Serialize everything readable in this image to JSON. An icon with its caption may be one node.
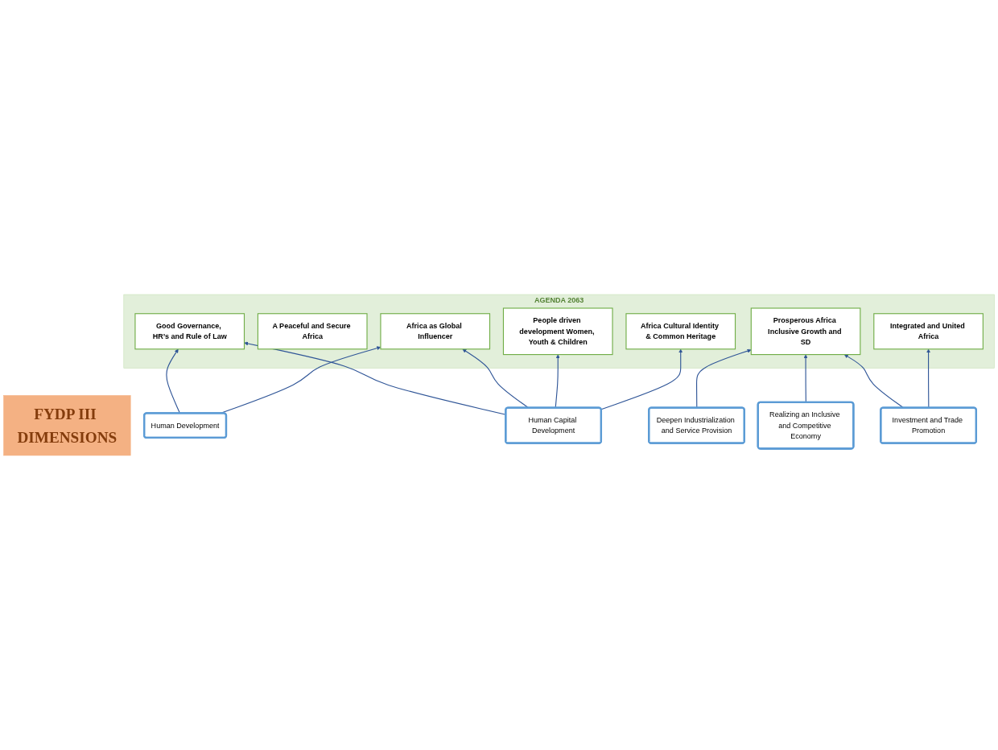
{
  "diagram": {
    "nodes": [
      {
        "text": [
          "AGENDA 2063"
        ]
      },
      {
        "text": [
          "Good Governance, HR’s and Rule of Law"
        ],
        "in": 0
      },
      {
        "text": [
          "A Peaceful and Secure Africa"
        ],
        "in": 0
      },
      {
        "text": [
          "Africa Cultural Identity & Common Heritage"
        ],
        "in": 0
      },
      {
        "text": [
          "People driven development Women, Youth & Children"
        ],
        "in": 0
      },
      {
        "text": [
          "Africa as Global Influencer"
        ],
        "in": 0
      },
      {
        "text": [
          "Prosperous Africa Inclusive Growth and SD"
        ],
        "in": 0
      },
      {
        "text": [
          "Integrated and United Africa"
        ],
        "in": 0
      },
      {
        "text": [
          "FYDP III DIMENSIONS"
        ]
      },
      {
        "text": [
          "Human Development"
        ]
      },
      {
        "text": [
          "Deepen Industrialization and Service Provision"
        ]
      },
      {
        "text": [
          "Realizing an Inclusive and Competitive Economy"
        ]
      },
      {
        "text": [
          "Investment and Trade Promotion"
        ]
      },
      {
        "text": [
          "Human Capital Development"
        ]
      }
    ],
    "edges": [
      {
        "from": 9,
        "to": 1,
        "arrow": "to"
      },
      {
        "from": 9,
        "to": 5,
        "arrow": "to"
      },
      {
        "from": 13,
        "to": 1,
        "arrow": "to"
      },
      {
        "from": 13,
        "to": 5,
        "arrow": "to"
      },
      {
        "from": 10,
        "to": 6,
        "arrow": "to"
      },
      {
        "from": 11,
        "to": 6,
        "arrow": "to"
      },
      {
        "from": 12,
        "to": 6,
        "arrow": "to"
      },
      {
        "from": 12,
        "to": 7,
        "arrow": "to"
      },
      {
        "from": 13,
        "to": 4,
        "arrow": "to"
      },
      {
        "from": 13,
        "to": 3,
        "arrow": "to"
      }
    ]
  }
}
